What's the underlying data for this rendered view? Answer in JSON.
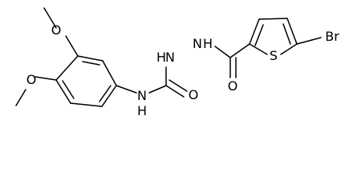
{
  "structure": {
    "atoms": {
      "o_methoxy_top": "O",
      "o_methoxy_bottom": "O",
      "n_amide": "N",
      "h_amide": "H",
      "o_carbonyl_urea": "O",
      "nh_hydrazide_left": "H",
      "nh_hydrazide_right": "H",
      "n_hydrazide_left": "N",
      "n_hydrazide_right": "N",
      "o_carbonyl_amide": "O",
      "s_thiophene": "S",
      "br": "Br"
    }
  }
}
